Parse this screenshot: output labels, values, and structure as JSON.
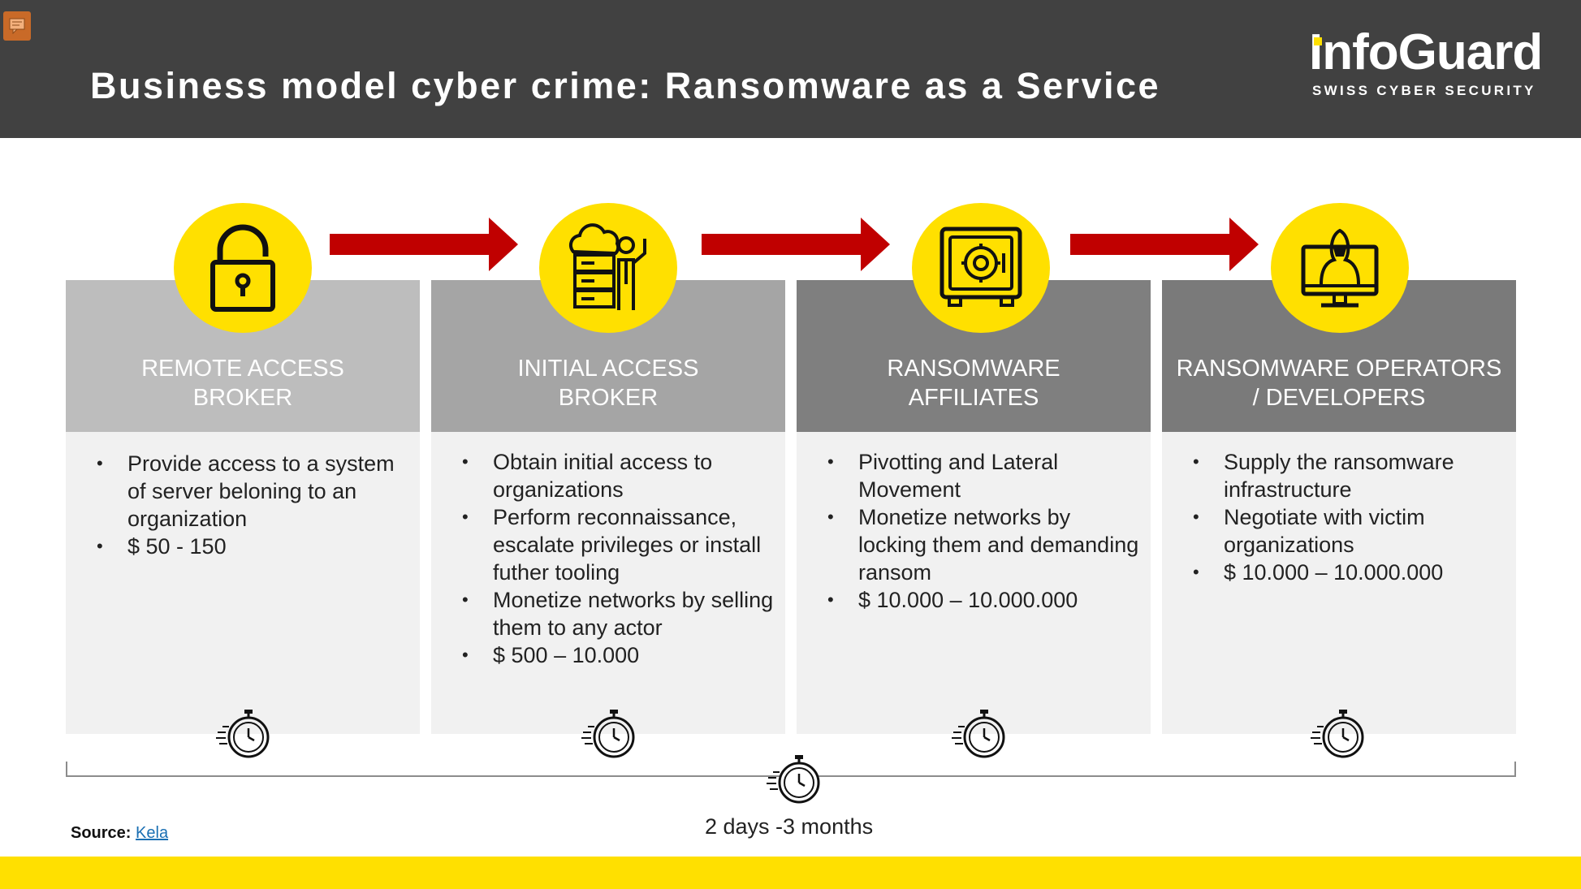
{
  "header": {
    "title": "Business model cyber crime: Ransomware as a Service",
    "logo": {
      "name": "InfoGuard",
      "tagline": "SWISS CYBER SECURITY"
    }
  },
  "columns": [
    {
      "title": "REMOTE ACCESS\nBROKER",
      "icon": "padlock-icon",
      "header_color": "#bdbdbd",
      "bullets": [
        "Provide access to a system of server beloning to an organization",
        "$ 50 - 150"
      ]
    },
    {
      "title": "INITIAL ACCESS\nBROKER",
      "icon": "server-cloud-person-icon",
      "header_color": "#a5a5a5",
      "bullets": [
        "Obtain initial access to organizations",
        "Perform reconnaissance, escalate privileges or install futher tooling",
        "Monetize networks by selling them to any actor",
        "$ 500 – 10.000"
      ]
    },
    {
      "title": "RANSOMWARE\nAFFILIATES",
      "icon": "safe-icon",
      "header_color": "#7f7f7f",
      "bullets": [
        "Pivotting and Lateral Movement",
        "Monetize networks by locking them and demanding ransom",
        "$ 10.000 – 10.000.000"
      ]
    },
    {
      "title": "RANSOMWARE OPERATORS\n/ DEVELOPERS",
      "icon": "hacker-monitor-icon",
      "header_color": "#7a7a7a",
      "bullets": [
        "Supply the ransomware infrastructure",
        "Negotiate with victim organizations",
        "$ 10.000 – 10.000.000"
      ]
    }
  ],
  "timeline": {
    "duration": "2 days -3 months"
  },
  "source": {
    "label": "Source:",
    "link_text": "Kela"
  },
  "colors": {
    "header_bg": "#414141",
    "accent_yellow": "#ffe000",
    "arrow_red": "#c00000",
    "body_bg": "#f1f1f1"
  }
}
